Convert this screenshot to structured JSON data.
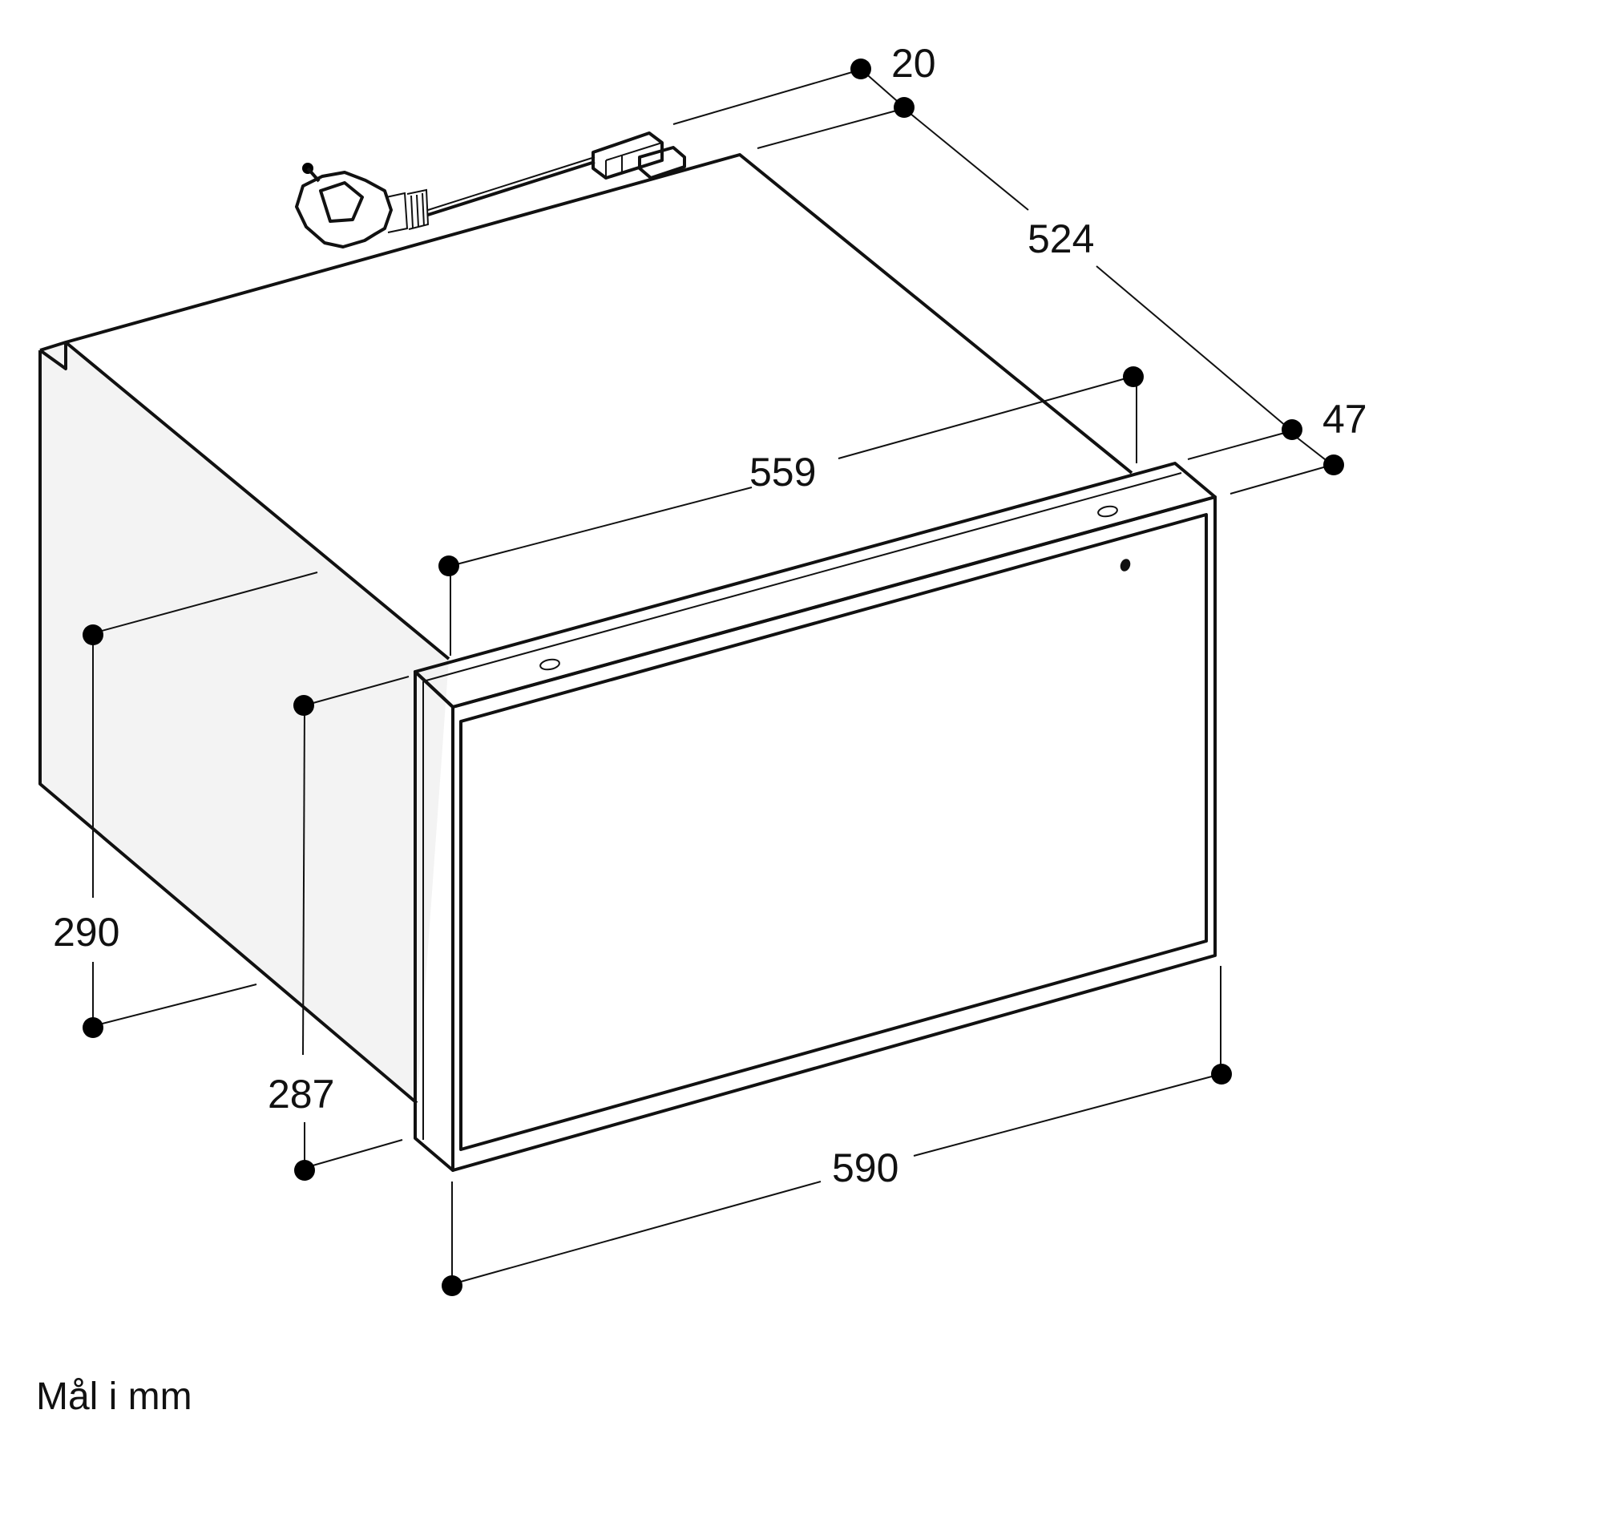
{
  "diagram": {
    "dimensions": {
      "d20": "20",
      "d524": "524",
      "d47": "47",
      "d559": "559",
      "d290": "290",
      "d287": "287",
      "d590": "590"
    },
    "caption": "Mål i mm"
  }
}
